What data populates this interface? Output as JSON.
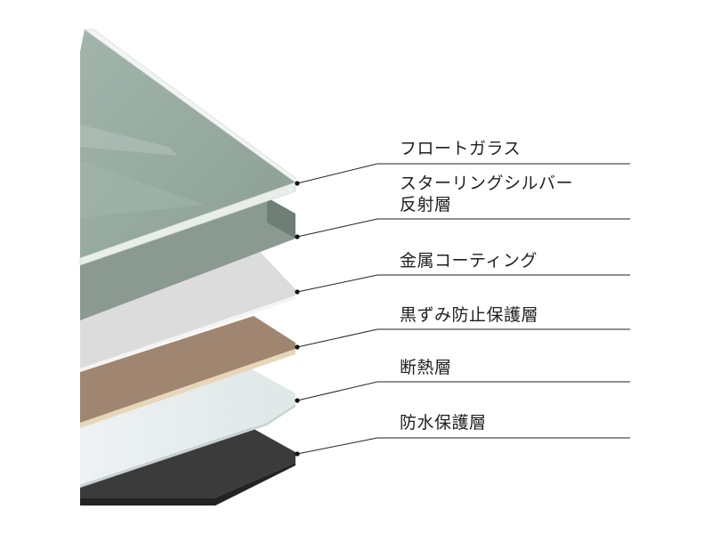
{
  "layers": [
    {
      "id": "float-glass",
      "label": "フロートガラス",
      "color": "#a9bdb4"
    },
    {
      "id": "silver-reflective",
      "label": "スターリングシルバー",
      "label2": "反射層",
      "color": "#8a9a92"
    },
    {
      "id": "metal-coating",
      "label": "金属コーティング",
      "color": "#dedede"
    },
    {
      "id": "black-protective",
      "label": "黒ずみ防止保護層",
      "color": "#a0856f"
    },
    {
      "id": "insulation",
      "label": "断熱層",
      "color": "#e4ebeb"
    },
    {
      "id": "waterproof-protective",
      "label": "防水保護層",
      "color": "#3a3a3a"
    }
  ]
}
